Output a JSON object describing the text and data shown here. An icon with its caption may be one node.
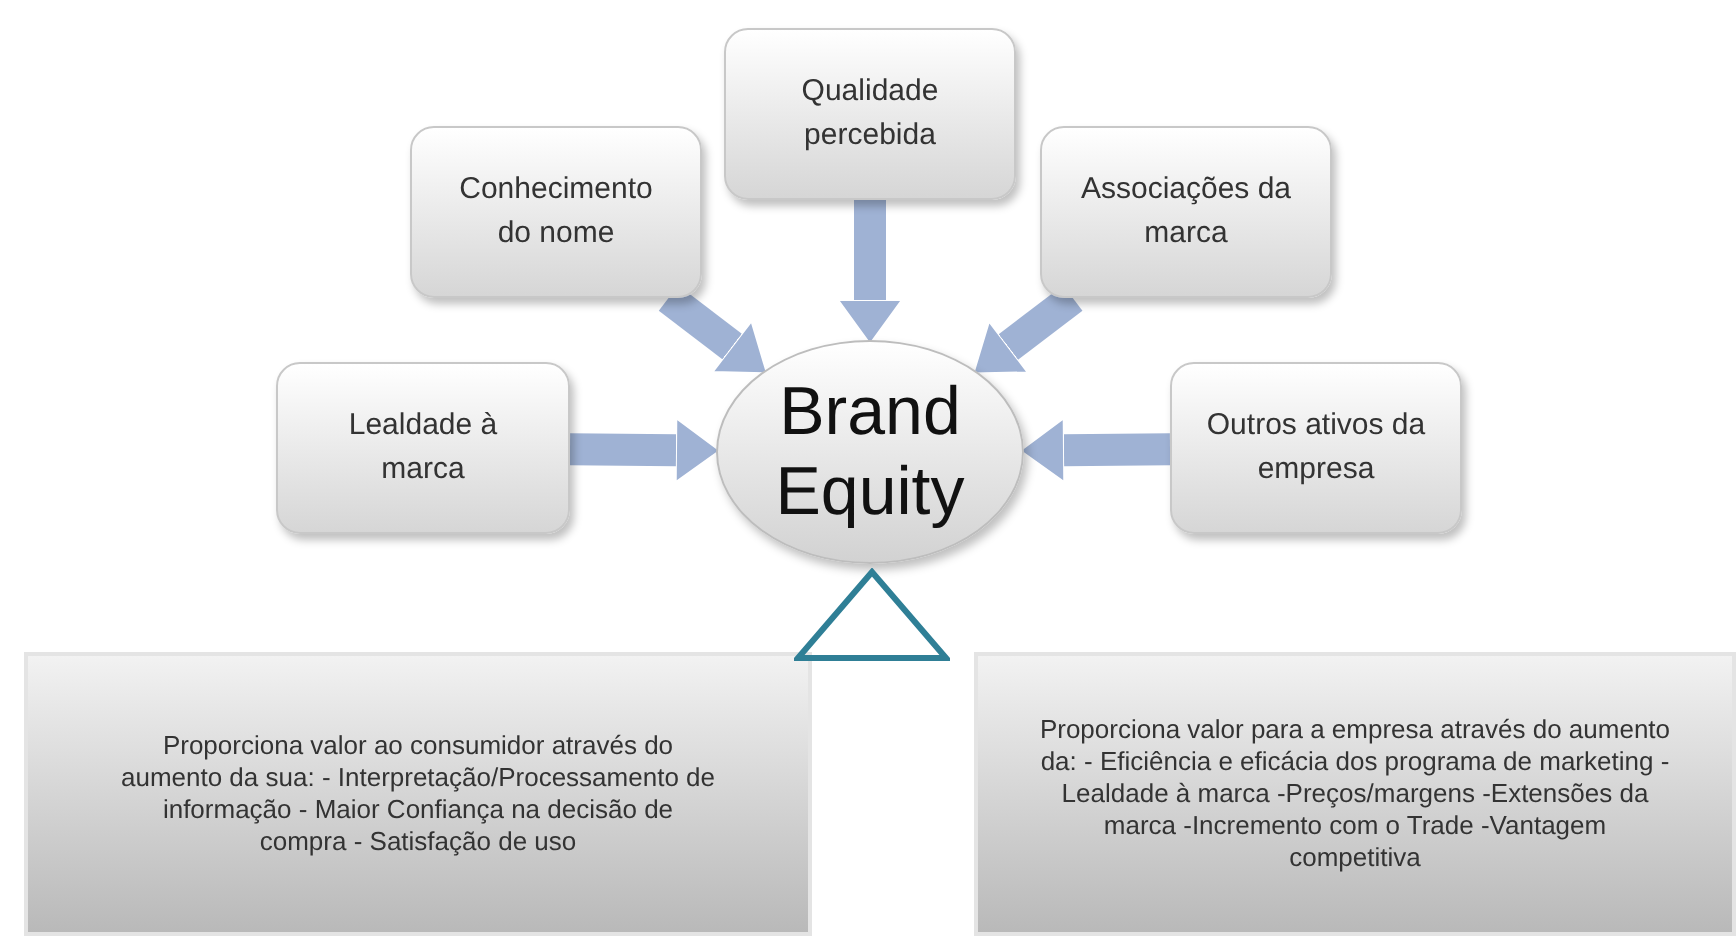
{
  "diagram": {
    "nodes": [
      {
        "text": [
          "Qualidade percebida"
        ]
      },
      {
        "text": [
          "Conhecimento do nome"
        ]
      },
      {
        "text": [
          "Associações da marca"
        ]
      },
      {
        "text": [
          "Lealdade à marca"
        ]
      },
      {
        "text": [
          "Brand Equity"
        ]
      },
      {
        "text": [
          "Outros ativos da empresa"
        ]
      },
      {
        "text": [
          "Proporciona valor ao consumidor através do aumento da sua: - Interpretação/Processamento de informação - Maior Confiança na decisão de compra - Satisfação de uso"
        ]
      },
      {
        "text": [
          "Proporciona valor para a empresa através do aumento da: - Eficiência e eficácia dos programa de marketing -Lealdade à marca -Preços/margens -Extensões da marca -Incremento com o Trade -Vantagem competitiva"
        ]
      },
      {
        "text": [],
        "shape": "triangle"
      }
    ],
    "edges": [
      {
        "from": 0,
        "to": 4,
        "arrow": "to"
      },
      {
        "from": 1,
        "to": 4,
        "arrow": "to"
      },
      {
        "from": 2,
        "to": 4,
        "arrow": "to"
      },
      {
        "from": 3,
        "to": 4,
        "arrow": "to"
      },
      {
        "from": 5,
        "to": 4,
        "arrow": "to"
      }
    ]
  }
}
